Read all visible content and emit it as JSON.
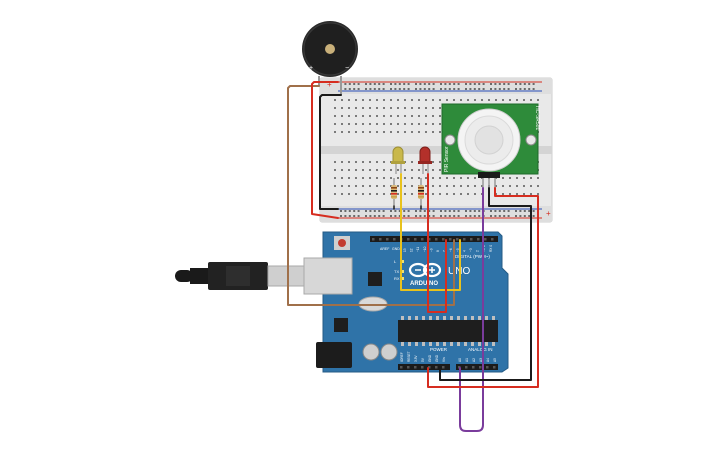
{
  "buzzer": {
    "plus": "+",
    "minus": "−"
  },
  "breadboard": {
    "rail_plus": "+",
    "rail_minus": "−"
  },
  "pir": {
    "left_label": "PIR Sensor",
    "right_label": "HC-SR501"
  },
  "arduino": {
    "brand": "ARDUINO",
    "model": "UNO",
    "digital_label": "DIGITAL (PWM~)",
    "power_label": "POWER",
    "analog_label": "ANALOG IN",
    "led_l": "L",
    "led_tx": "TX",
    "led_rx": "RX",
    "aref": "AREF",
    "gnd": "GND",
    "pins_digital": [
      "13",
      "12",
      "~11",
      "~10",
      "~9",
      "8",
      "7",
      "~6",
      "~5",
      "4",
      "~3",
      "2",
      "TX 1",
      "RX 0"
    ],
    "pins_power": [
      "IOREF",
      "RESET",
      "3.3V",
      "5V",
      "GND",
      "GND",
      "Vin"
    ],
    "pins_analog": [
      "A0",
      "A1",
      "A2",
      "A3",
      "A4",
      "A5"
    ]
  },
  "colors": {
    "board_blue": "#2f73a8",
    "breadboard": "#e6e6e6",
    "pir_green": "#2e8b3a",
    "wire_red": "#d62d20",
    "wire_black": "#1a1a1a",
    "wire_brown": "#a0704a",
    "wire_yellow": "#e8c21c",
    "wire_purple": "#7a3c9c",
    "led_yellow": "#c9b84a",
    "led_red": "#b3302a"
  }
}
